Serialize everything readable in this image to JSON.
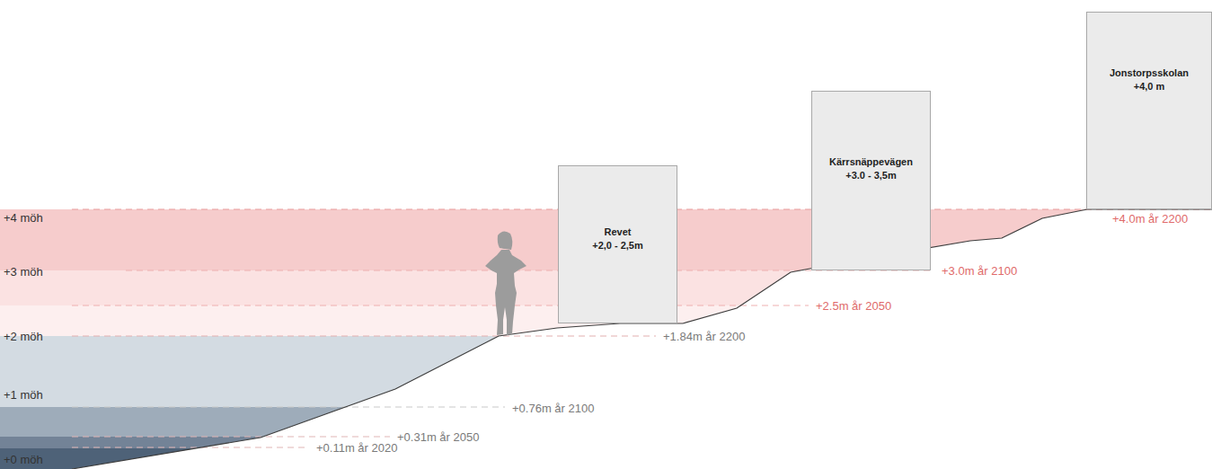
{
  "diagram": {
    "nodes": [
      {
        "text": [
          "Revet",
          "+2,0 - 2,5m"
        ]
      },
      {
        "text": [
          "Kärrsnäppevägen",
          "+3.0 - 3,5m"
        ]
      },
      {
        "text": [
          "Jonstorpsskolan",
          "+4,0 m"
        ]
      }
    ],
    "labels": [
      "+4 möh",
      "+3 möh",
      "+2 möh",
      "+1 möh",
      "+0 möh",
      "+4.0m år 2200",
      "+3.0m  år 2100",
      "+2.5m år 2050",
      "+1.84m år 2200",
      "+0.76m år 2100",
      "+0.31m år 2050",
      "+0.11m år 2020"
    ]
  }
}
